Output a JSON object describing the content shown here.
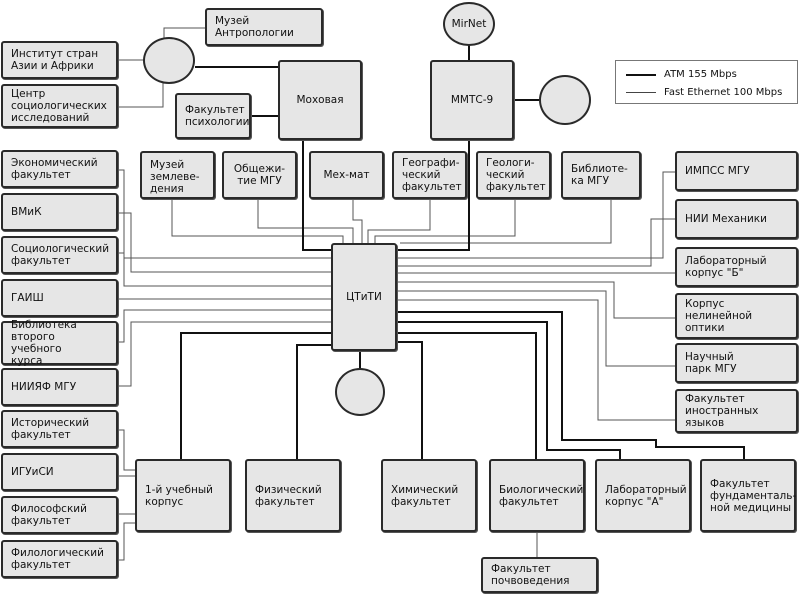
{
  "legend": {
    "atm_label": "ATM 155 Mbps",
    "fe_label": "Fast Ethernet 100 Mbps"
  },
  "hubs": {
    "core": "ЦТиТИ",
    "mokhovaya": "Моховая",
    "mmts9": "ММТС-9",
    "mirnet": "MirNet"
  },
  "nodes": {
    "museum_anthropology": "Музей\nАнтропологии",
    "institute_asia_africa": "Институт стран\nАзии и Африки",
    "sociological_research_center": "Центр\nсоциологических\nисследований",
    "psychology_faculty": "Факультет\nпсихологии",
    "economics_faculty": "Экономический\nфакультет",
    "vmk": "ВМиК",
    "sociology_faculty": "Социологический\nфакультет",
    "gaish": "ГАИШ",
    "second_building_library": "Библиотека\nвторого учебного\nкурса",
    "niiyaf": "НИИЯФ МГУ",
    "history_faculty": "Исторический\nфакультет",
    "igui_si": "ИГУиСИ",
    "philosophy_faculty": "Философский\nфакультет",
    "philology_faculty": "Филологический\nфакультет",
    "museum_earth_science": "Музей\nземлеве-\nдения",
    "dormitory": "Общежи-\nтие МГУ",
    "mekhmat": "Мех-мат",
    "geography_faculty": "Географи-\nческий\nфакультет",
    "geology_faculty": "Геологи-\nческий\nфакультет",
    "msu_library": "Библиоте-\nка МГУ",
    "impss": "ИМПСС МГУ",
    "nii_mechanics": "НИИ Механики",
    "lab_building_b": "Лабораторный\nкорпус \"Б\"",
    "nonlinear_optics": "Корпус\nнелинейной\nоптики",
    "science_park": "Научный\nпарк МГУ",
    "foreign_languages": "Факультет\nиностранных\nязыков",
    "first_building": "1-й учебный\nкорпус",
    "physics_faculty": "Физический\nфакультет",
    "chemistry_faculty": "Химический\nфакультет",
    "biology_faculty": "Биологический\nфакультет",
    "lab_building_a": "Лабораторный\nкорпус \"А\"",
    "fundamental_medicine": "Факультет\nфундаменталь-\nной медицины",
    "soil_science": "Факультет\nпочвоведения"
  }
}
